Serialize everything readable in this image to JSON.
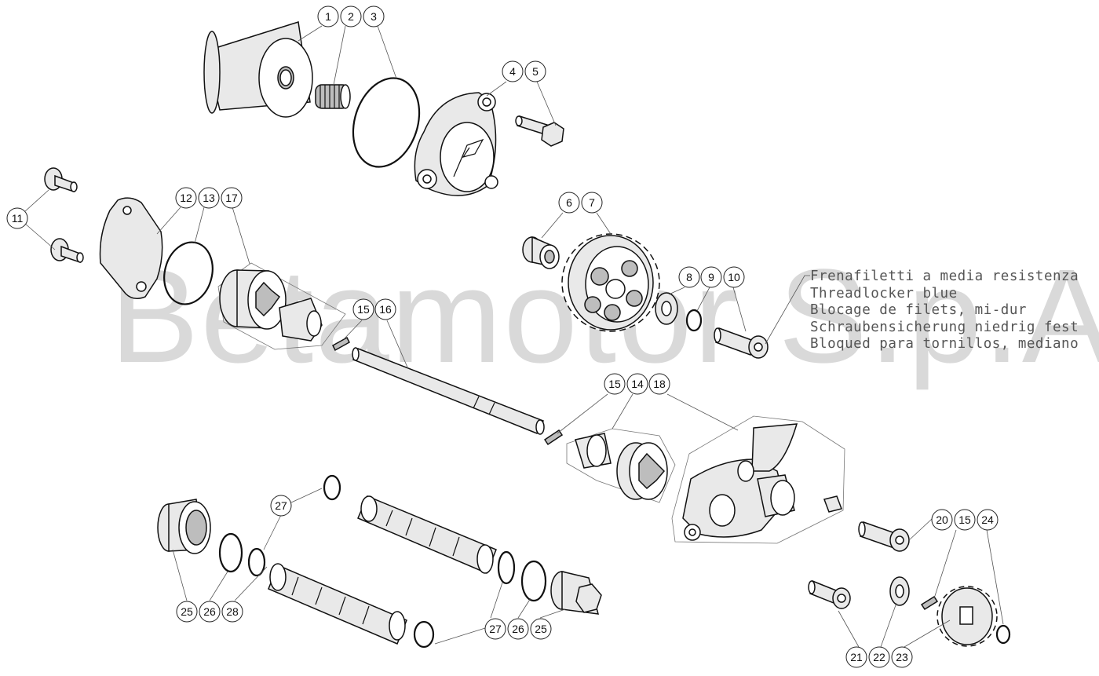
{
  "watermark": "Betamotor S.p.A.",
  "threadlocker_note": [
    "Frenafiletti a media resistenza",
    "Threadlocker blue",
    "Blocage de filets, mi-dur",
    "Schraubensicherung niedrig fest",
    "Bloqued para tornillos, mediano"
  ],
  "callouts": [
    {
      "id": "c1",
      "label": "1"
    },
    {
      "id": "c2",
      "label": "2"
    },
    {
      "id": "c3",
      "label": "3"
    },
    {
      "id": "c4",
      "label": "4"
    },
    {
      "id": "c5",
      "label": "5"
    },
    {
      "id": "c6",
      "label": "6"
    },
    {
      "id": "c7",
      "label": "7"
    },
    {
      "id": "c8",
      "label": "8"
    },
    {
      "id": "c9",
      "label": "9"
    },
    {
      "id": "c10",
      "label": "10"
    },
    {
      "id": "c11",
      "label": "11"
    },
    {
      "id": "c12",
      "label": "12"
    },
    {
      "id": "c13",
      "label": "13"
    },
    {
      "id": "c17",
      "label": "17"
    },
    {
      "id": "c15a",
      "label": "15"
    },
    {
      "id": "c16",
      "label": "16"
    },
    {
      "id": "c15b",
      "label": "15"
    },
    {
      "id": "c14",
      "label": "14"
    },
    {
      "id": "c18",
      "label": "18"
    },
    {
      "id": "c27a",
      "label": "27"
    },
    {
      "id": "c20",
      "label": "20"
    },
    {
      "id": "c15c",
      "label": "15"
    },
    {
      "id": "c24",
      "label": "24"
    },
    {
      "id": "c25a",
      "label": "25"
    },
    {
      "id": "c26a",
      "label": "26"
    },
    {
      "id": "c28",
      "label": "28"
    },
    {
      "id": "c27b",
      "label": "27"
    },
    {
      "id": "c26b",
      "label": "26"
    },
    {
      "id": "c25b",
      "label": "25"
    },
    {
      "id": "c21",
      "label": "21"
    },
    {
      "id": "c22",
      "label": "22"
    },
    {
      "id": "c23",
      "label": "23"
    }
  ]
}
